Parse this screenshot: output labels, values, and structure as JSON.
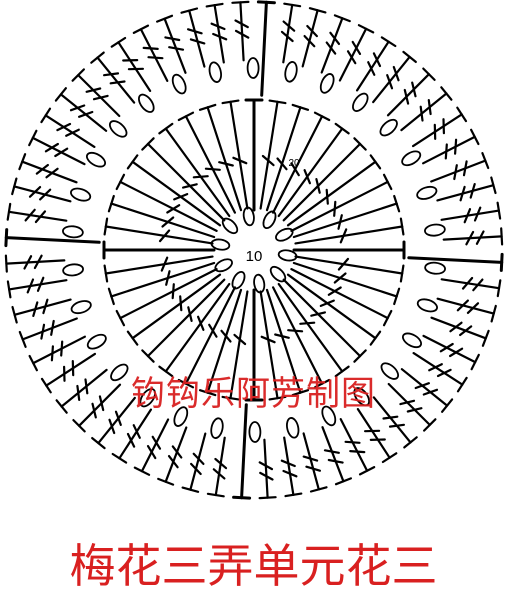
{
  "center_label": "10",
  "round_label": "20",
  "watermark": "钩钩乐阿芳制图",
  "caption": "梅花三弄单元花三",
  "line_color": "#000000",
  "text_color": "#d92020"
}
